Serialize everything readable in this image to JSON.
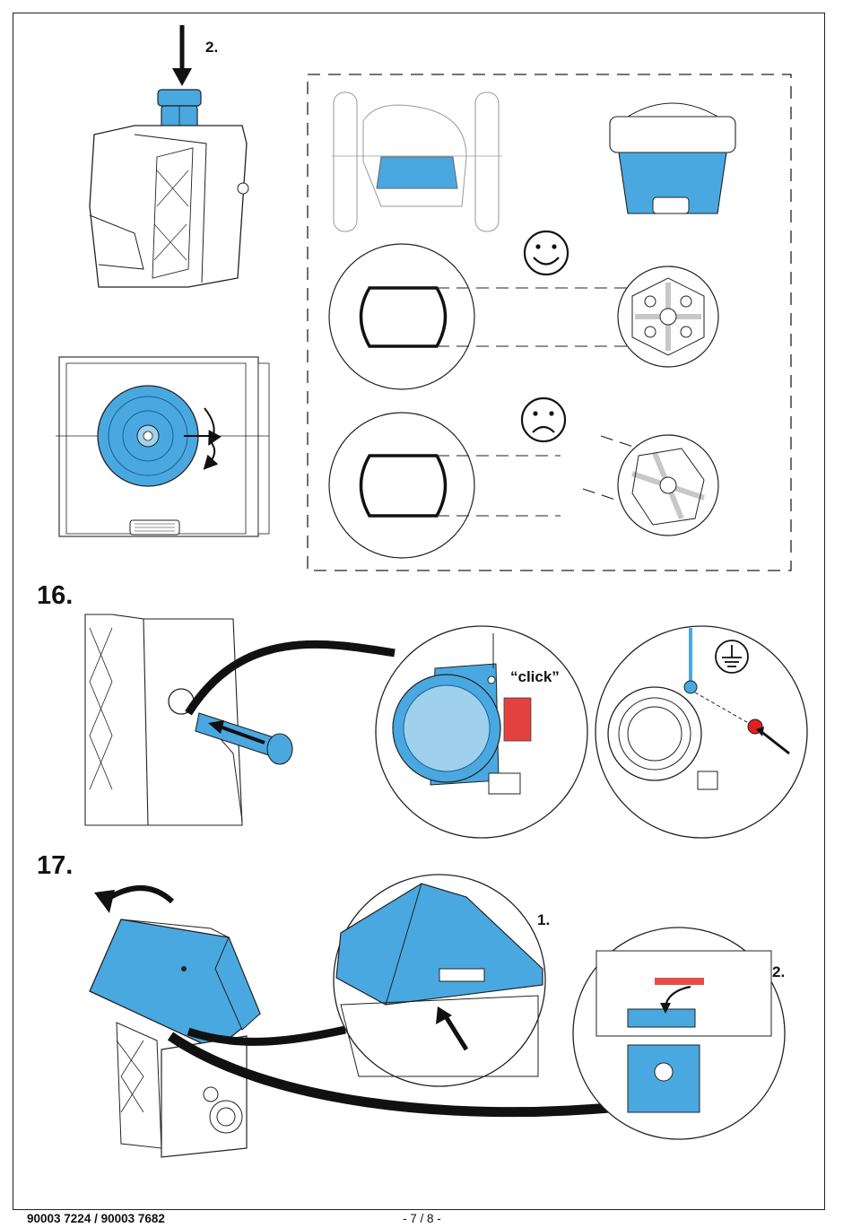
{
  "page": {
    "document_number": "90003 7224 / 90003 7682",
    "page_indicator": "- 7 / 8 -"
  },
  "step15": {
    "sub_step_label": "2."
  },
  "step16": {
    "number": "16.",
    "click_label": "“click”"
  },
  "step17": {
    "number": "17.",
    "sub_step_1": "1.",
    "sub_step_2": "2."
  },
  "icons": {
    "correct": "smiley-face-icon",
    "incorrect": "frowning-face-icon",
    "ground": "protective-earth-icon"
  },
  "colors": {
    "part_blue": "#4aa8e0",
    "part_blue_light": "#9fd0ee",
    "highlight_red": "#e02020",
    "outline": "#222222"
  }
}
